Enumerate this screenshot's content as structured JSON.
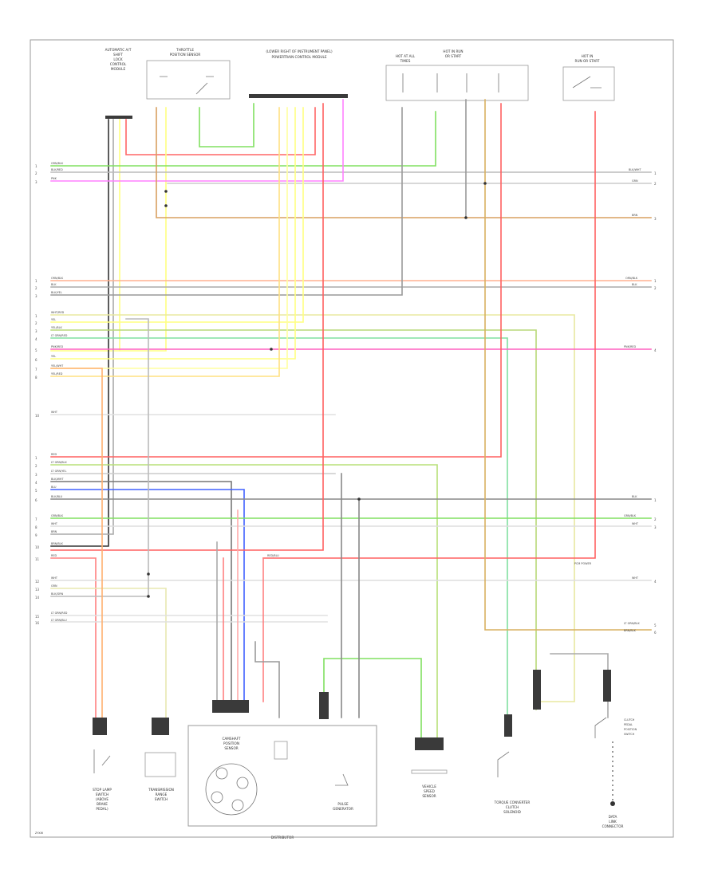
{
  "footer_code": "ZYXW",
  "components": {
    "top_left": [
      "AUTOMATIC A/T",
      "SHIFT",
      "LOCK",
      "CONTROL",
      "MODULE"
    ],
    "throttle": [
      "THROTTLE",
      "POSITION SENSOR"
    ],
    "pcm": [
      "(LOWER RIGHT OF INSTRUMENT PANEL)",
      "POWERTRAIN CONTROL MODULE"
    ],
    "fuse_box_left": [
      "HOT AT ALL",
      "TIMES"
    ],
    "fuse_box_center": [
      "HOT IN RUN",
      "OR START"
    ],
    "ignition": [
      "HOT IN",
      "RUN OR START"
    ],
    "mid_right_label": "PCM POWER",
    "bottom_components": [
      [
        "STOP LAMP",
        "SWITCH",
        "(ABOVE",
        "BRAKE",
        "PEDAL)"
      ],
      [
        "TRANSMISSION",
        "RANGE",
        "SWITCH"
      ],
      [
        "CAMSHAFT",
        "POSITION",
        "SENSOR"
      ],
      [
        "PULSE",
        "GENERATOR"
      ],
      [
        "VEHICLE",
        "SPEED",
        "SENSOR"
      ],
      [
        "TORQUE CONVERTER",
        "CLUTCH",
        "SOLENOID"
      ],
      [
        "DATA",
        "LINK",
        "CONNECTOR"
      ]
    ],
    "distributor_label": "DISTRIBUTOR",
    "right_switch": [
      "CLUTCH",
      "PEDAL",
      "POSITION",
      "SWITCH"
    ]
  },
  "wire_labels_left": [
    "GRN/BLK",
    "BLK/RED",
    "PNK",
    "ORN/BLK",
    "BLK",
    "BLK/YEL",
    "WHT/RED",
    "YEL",
    "YEL/BLK",
    "LT GRN/RED",
    "PNK/RED",
    "YEL",
    "YEL/WHT",
    "YEL/RED",
    "WHT",
    "RED",
    "LT GRN/BLK",
    "LT GRN/YEL",
    "BLK/WHT",
    "BLU",
    "BLK/BLU",
    "GRN/BLK",
    "WHT",
    "BRN",
    "BRN/BLK",
    "RED",
    "RED/BLU",
    "WHT",
    "GRN",
    "BLK/GRN",
    "LT GRN/RED",
    "LT GRN/BLU"
  ],
  "wire_labels_right": [
    "BLK/WHT",
    "GRN",
    "BRN",
    "ORN/BLK",
    "BLK",
    "PNK/RED",
    "BLK",
    "GRN/BLK",
    "WHT",
    "WHT",
    "LT GRN/BLK",
    "BRN/BLK"
  ]
}
